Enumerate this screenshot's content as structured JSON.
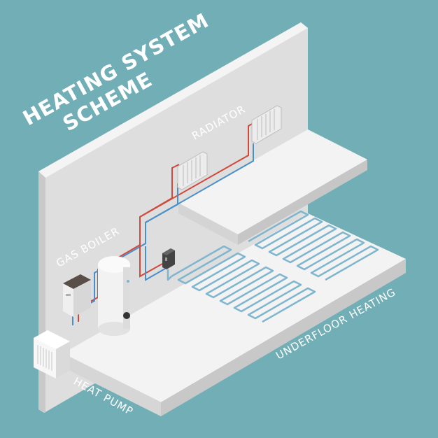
{
  "title": {
    "line1": "HEATING SYSTEM",
    "line2": "SCHEME"
  },
  "labels": {
    "radiator": "RADIATOR",
    "gas_boiler": "GAS BOILER",
    "underfloor_heating": "UNDERFLOOR HEATING",
    "heat_pump": "HEAT PUMP"
  },
  "colors": {
    "background": "#71aeb6",
    "wall": "#dcdcdc",
    "floor_top": "#f2f2f2",
    "hot_pipe": "#d1493a",
    "cold_pipe": "#4a8fc9",
    "floor_pipe": "#7fb6cf"
  }
}
